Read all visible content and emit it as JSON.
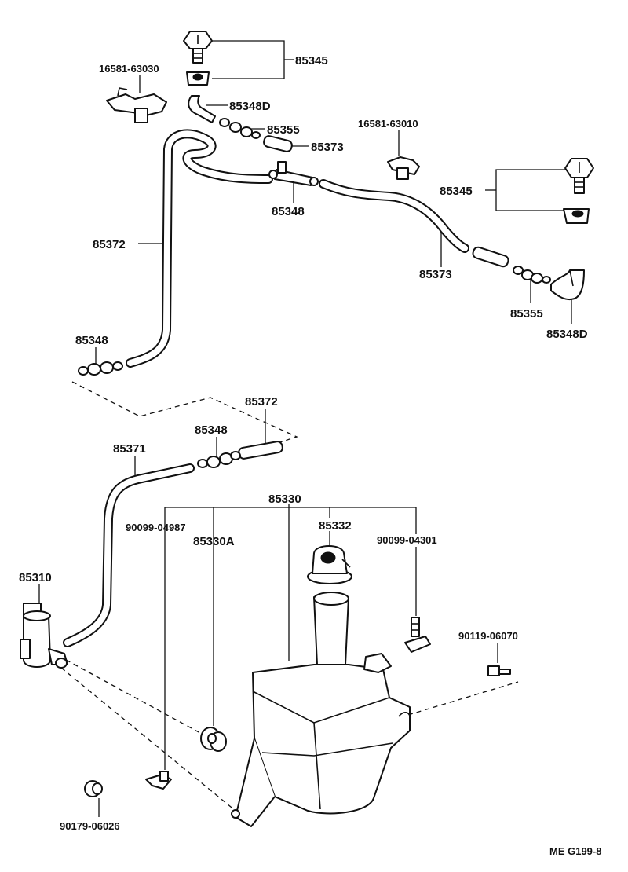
{
  "labels": {
    "p85345_top": "85345",
    "p16581_63030": "16581-63030",
    "p85348D_top": "85348D",
    "p85355_top": "85355",
    "p16581_63010": "16581-63010",
    "p85373_top": "85373",
    "p85345_right": "85345",
    "p85348_mid": "85348",
    "p85372_upper": "85372",
    "p85373_right": "85373",
    "p85355_right": "85355",
    "p85348D_right": "85348D",
    "p85348_left": "85348",
    "p85372_lower": "85372",
    "p85348_lower": "85348",
    "p85371": "85371",
    "p85330": "85330",
    "p90099_04987": "90099-04987",
    "p85332": "85332",
    "p85330A": "85330A",
    "p90099_04301": "90099-04301",
    "p85310": "85310",
    "p90119_06070": "90119-06070",
    "p90179_06026": "90179-06026",
    "diagram_code": "ME G199-8"
  }
}
